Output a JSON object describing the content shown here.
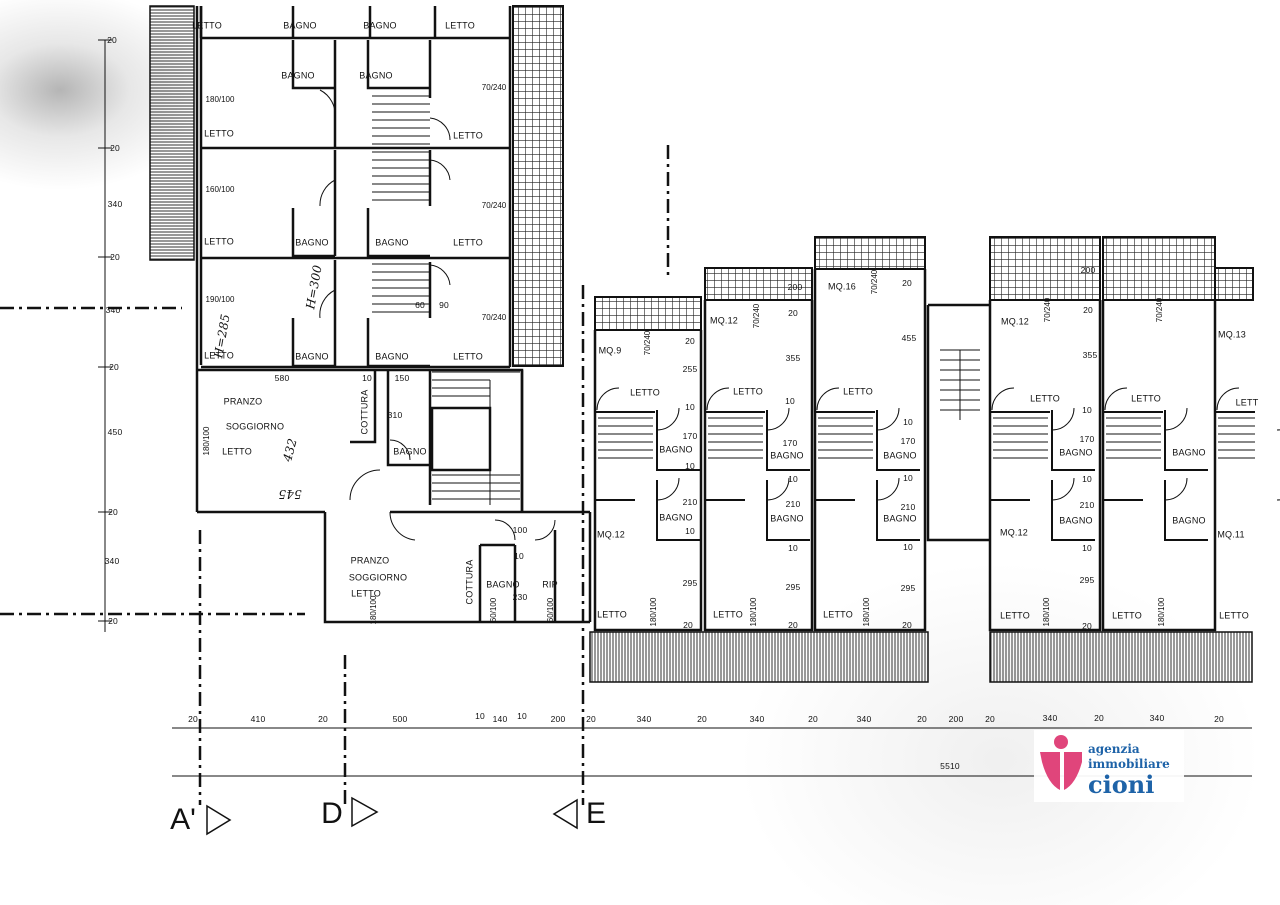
{
  "plan": {
    "room_labels": [
      "LETTO",
      "BAGNO",
      "BAGNO",
      "LETTO",
      "BAGNO",
      "BAGNO",
      "LETTO",
      "LETTO",
      "LETTO",
      "BAGNO",
      "BAGNO",
      "LETTO",
      "LETTO",
      "BAGNO",
      "BAGNO",
      "LETTO",
      "PRANZO",
      "SOGGIORNO",
      "LETTO",
      "COTTURA",
      "BAGNO",
      "PRANZO",
      "SOGGIORNO",
      "LETTO",
      "COTTURA",
      "BAGNO",
      "RIP",
      "MQ.9",
      "LETTO",
      "BAGNO",
      "BAGNO",
      "MQ.12",
      "LETTO",
      "MQ.12",
      "LETTO",
      "BAGNO",
      "BAGNO",
      "LETTO",
      "MQ.16",
      "LETTO",
      "BAGNO",
      "BAGNO",
      "LETTO",
      "MQ.12",
      "LETTO",
      "BAGNO",
      "BAGNO",
      "MQ.12",
      "LETTO",
      "LETTO",
      "BAGNO",
      "BAGNO",
      "LETTO",
      "MQ.13",
      "LETT",
      "MQ.11",
      "LETTO"
    ],
    "dimensions": [
      "20",
      "20",
      "340",
      "20",
      "340",
      "20",
      "450",
      "20",
      "340",
      "20",
      "180/100",
      "160/100",
      "190/100",
      "70/240",
      "70/240",
      "70/240",
      "60",
      "90",
      "580",
      "10",
      "150",
      "310",
      "180/100",
      "100",
      "10",
      "230",
      "60/100",
      "60/100",
      "180/100",
      "70/240",
      "20",
      "255",
      "10",
      "170",
      "10",
      "210",
      "10",
      "295",
      "180/100",
      "20",
      "70/240",
      "20",
      "355",
      "10",
      "170",
      "10",
      "210",
      "10",
      "295",
      "180/100",
      "20",
      "200",
      "70/240",
      "20",
      "455",
      "10",
      "170",
      "10",
      "210",
      "10",
      "295",
      "180/100",
      "20",
      "200",
      "70/240",
      "20",
      "355",
      "10",
      "170",
      "10",
      "210",
      "10",
      "295",
      "180/100",
      "20",
      "70/240",
      "180/100",
      "20",
      "410",
      "20",
      "500",
      "10",
      "140",
      "10",
      "200",
      "20",
      "340",
      "20",
      "340",
      "20",
      "340",
      "20",
      "200",
      "20",
      "340",
      "20",
      "340",
      "20",
      "5510"
    ],
    "handwritten_notes": [
      "H=300",
      "H=285",
      "432",
      "545"
    ],
    "section_markers": [
      "A'",
      "D",
      "E"
    ]
  },
  "logo": {
    "line1": "agenzia",
    "line2": "immobiliare",
    "line3": "cioni",
    "pink": "#e0457b",
    "blue": "#1e63a8"
  }
}
